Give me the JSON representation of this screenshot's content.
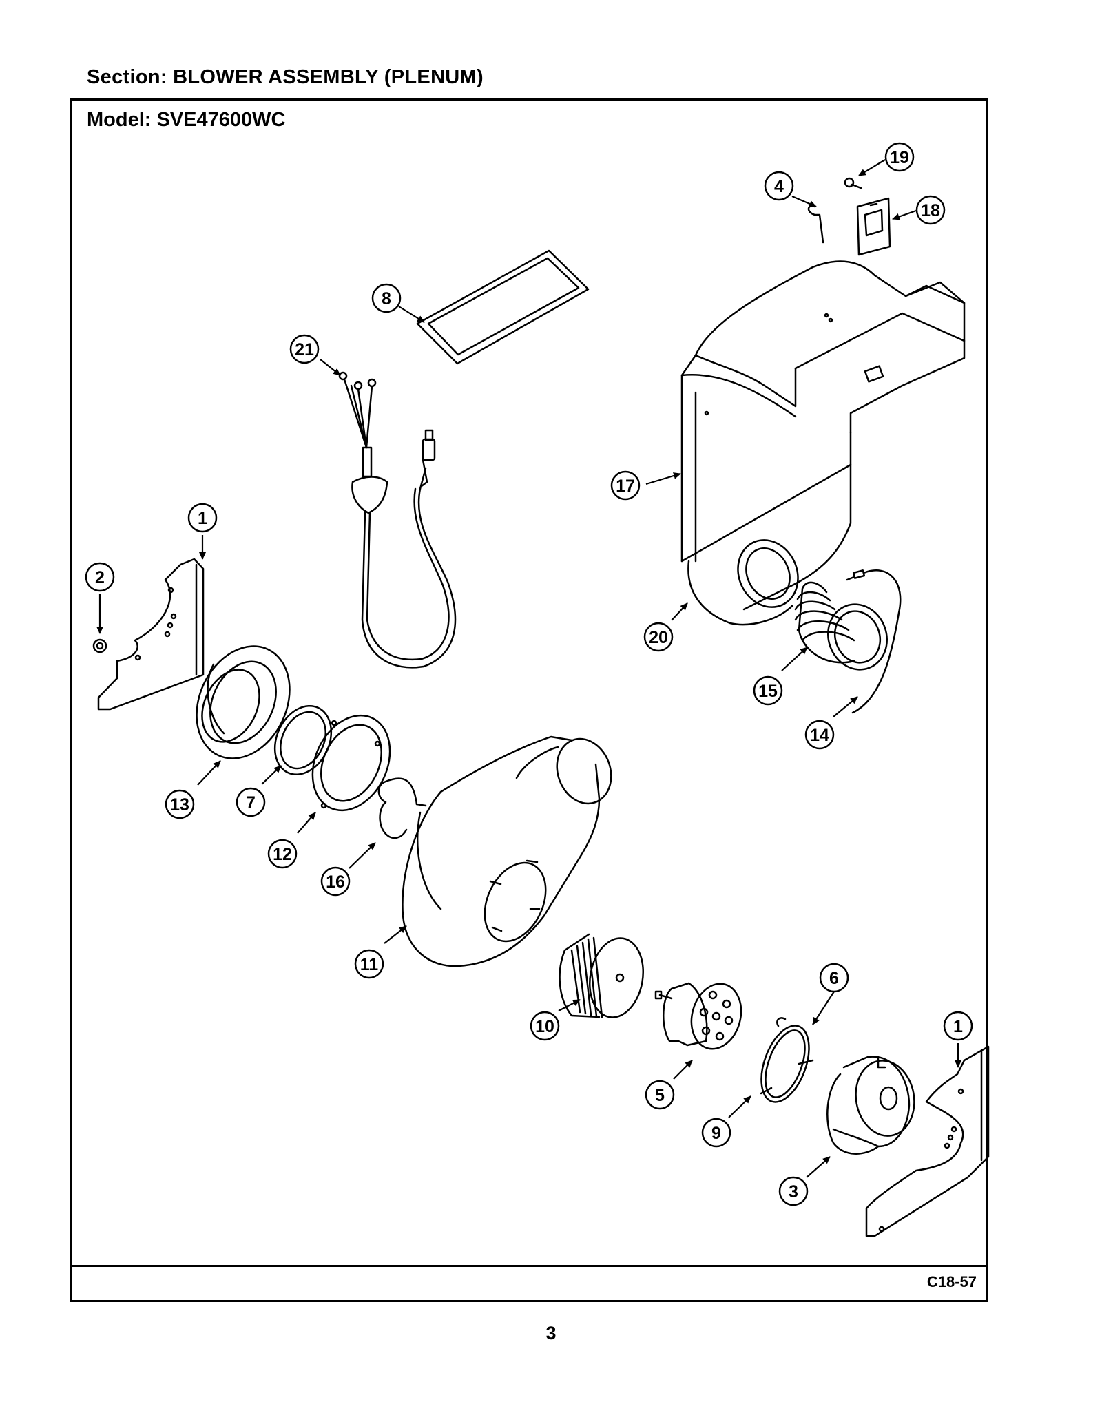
{
  "section": {
    "label": "Section:  BLOWER ASSEMBLY (PLENUM)"
  },
  "model": {
    "label": "Model:  SVE47600WC"
  },
  "diagram_code": "C18-57",
  "page_number": "3",
  "callouts": [
    "19",
    "4",
    "18",
    "8",
    "21",
    "17",
    "1",
    "2",
    "20",
    "15",
    "14",
    "13",
    "7",
    "12",
    "16",
    "11",
    "10",
    "6",
    "1",
    "5",
    "9",
    "3"
  ]
}
